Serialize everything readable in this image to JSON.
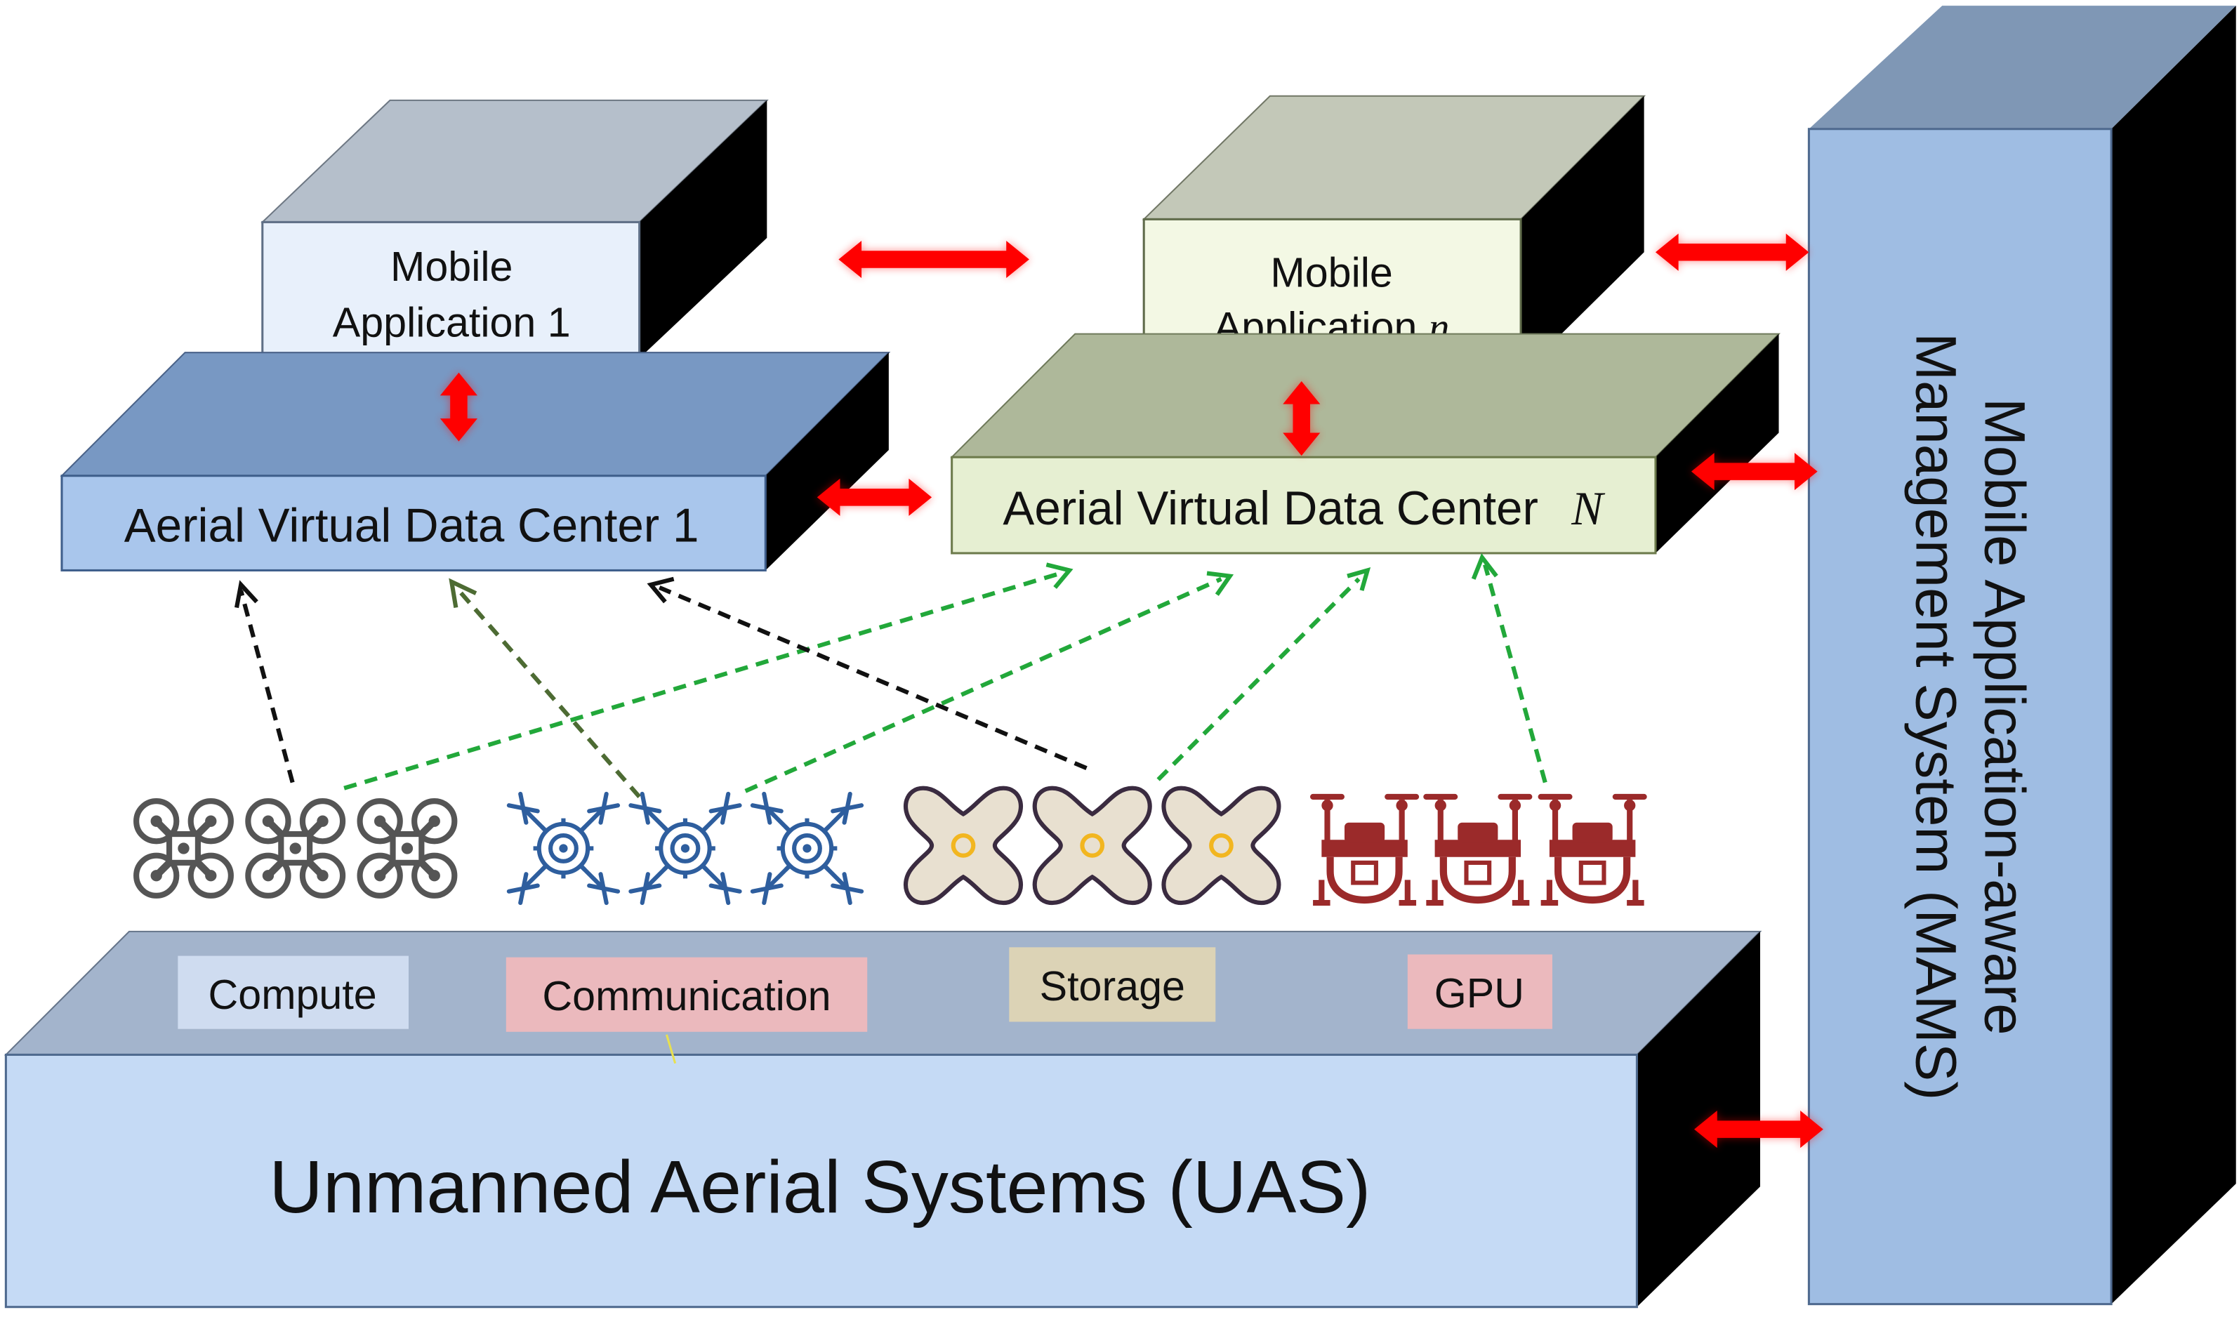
{
  "mobile_app_1": {
    "line1": "Mobile",
    "line2": "Application 1"
  },
  "mobile_app_n": {
    "line1": "Mobile",
    "line2": "Application ",
    "var": "n"
  },
  "avdc_1": {
    "label": "Aerial Virtual Data Center 1"
  },
  "avdc_n": {
    "label": "Aerial Virtual Data Center ",
    "var": "N"
  },
  "mams": {
    "line1": "Mobile Application-aware",
    "line2": "Management System (MAMS)"
  },
  "uas": {
    "label": "Unmanned Aerial Systems (UAS)",
    "resources": [
      "Compute",
      "Communication",
      "Storage",
      "GPU"
    ]
  },
  "colors": {
    "app1_front": "#e8f0fb",
    "appn_front": "#f3f8e4",
    "avdc1_front": "#a9c6ec",
    "avdcn_front": "#e6efd2",
    "mams_front": "#9fbde3",
    "uas_front": "#c5daf5",
    "uas_top": "#a3b4cc",
    "bidirectional_arrow": "#ff0000",
    "link_to_avdc1": "#111111",
    "link_to_avdcn": "#22a83a",
    "link_dark_olive": "#4d6b33",
    "tag_compute": "#cfdcf0",
    "tag_communication": "#ebb9bd",
    "tag_storage": "#dcd3b6",
    "tag_gpu": "#ebb9bd",
    "drone_group_1": "#555555",
    "drone_group_2": "#2e5e9e",
    "drone_group_3": "#3a2b40",
    "drone_group_4": "#9b2a2a"
  }
}
